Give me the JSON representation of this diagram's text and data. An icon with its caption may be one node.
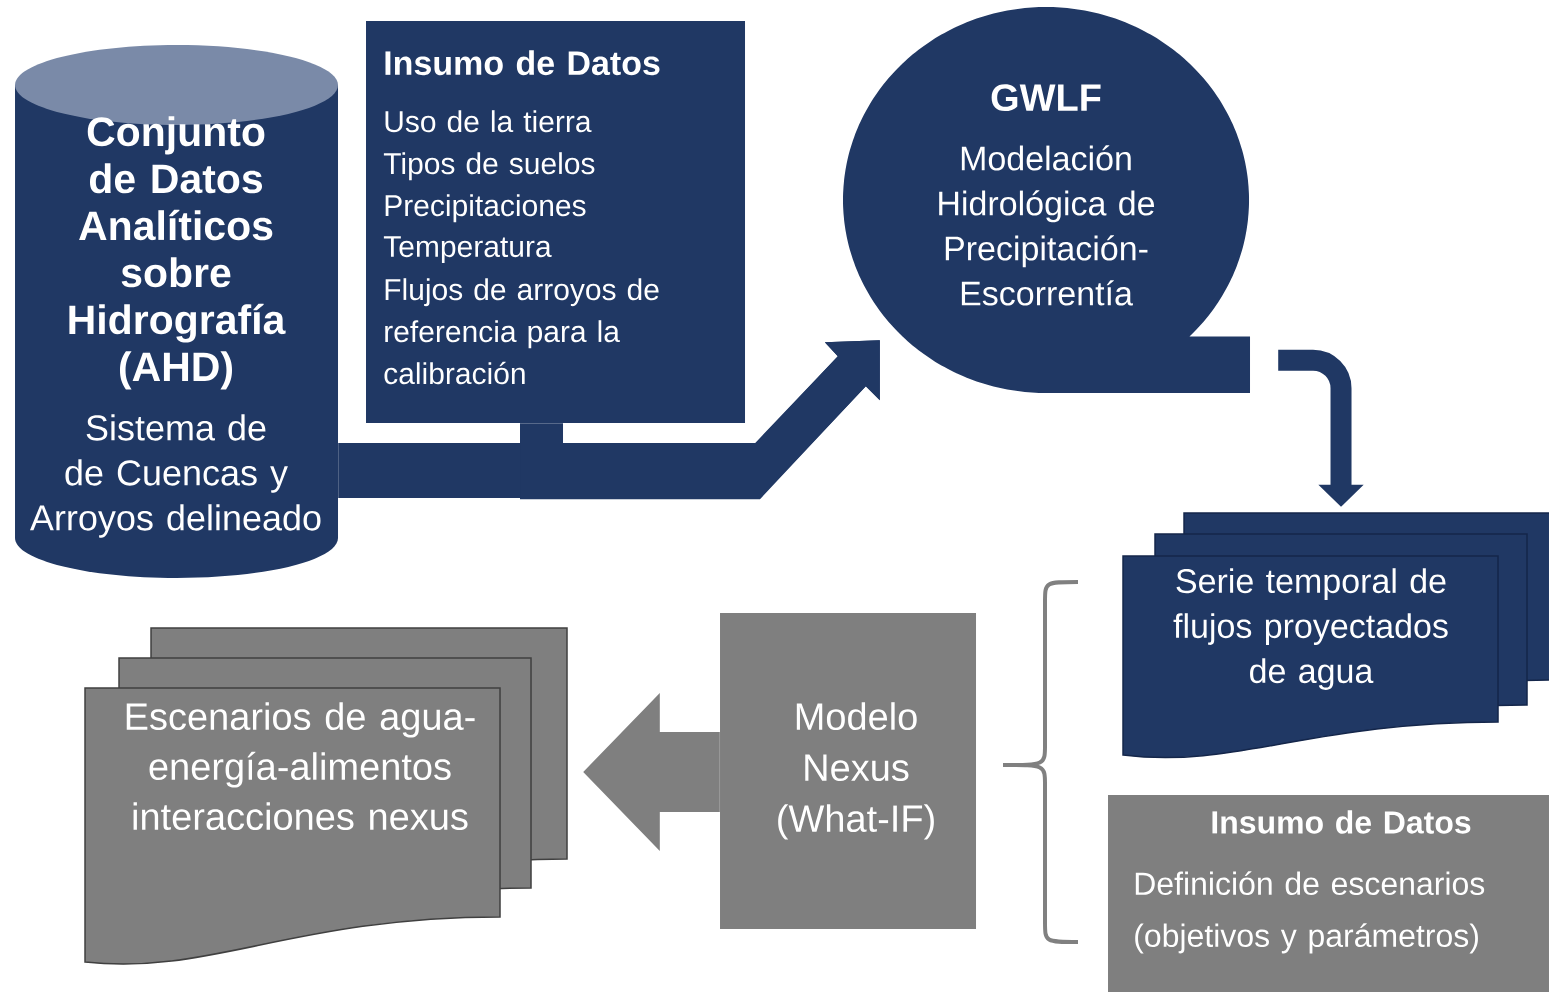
{
  "diagram": {
    "nodes": [
      {
        "text": [
          "Conjunto de Datos Analíticos sobre Hidrografía (AHD)",
          "Sistema de de Cuencas y Arroyos delineado"
        ]
      },
      {
        "text": [
          "Insumo de Datos",
          "Uso de la tierra",
          "Tipos de suelos",
          "Precipitaciones",
          "Temperatura",
          "Flujos de arroyos de referencia para la calibración"
        ]
      },
      {
        "text": [
          "GWLF",
          "Modelación Hidrológica de Precipitación-Escorrentía"
        ]
      },
      {
        "text": [
          "Serie temporal de flujos proyectados de agua"
        ]
      },
      {
        "text": [
          "Insumo de Datos",
          "Definición de escenarios (objetivos y parámetros)"
        ]
      },
      {
        "text": [
          "Modelo Nexus (What-IF)"
        ]
      },
      {
        "text": [
          "Escenarios de agua-energía-alimentos interacciones nexus"
        ]
      }
    ],
    "edges": [
      {
        "from": 0,
        "to": 2,
        "arrow": "to"
      },
      {
        "from": 1,
        "to": 2,
        "arrow": "to"
      },
      {
        "from": 2,
        "to": 3,
        "arrow": "to"
      },
      {
        "from": 5,
        "to": 6,
        "arrow": "to",
        "color": "#7f7f7f"
      }
    ]
  }
}
